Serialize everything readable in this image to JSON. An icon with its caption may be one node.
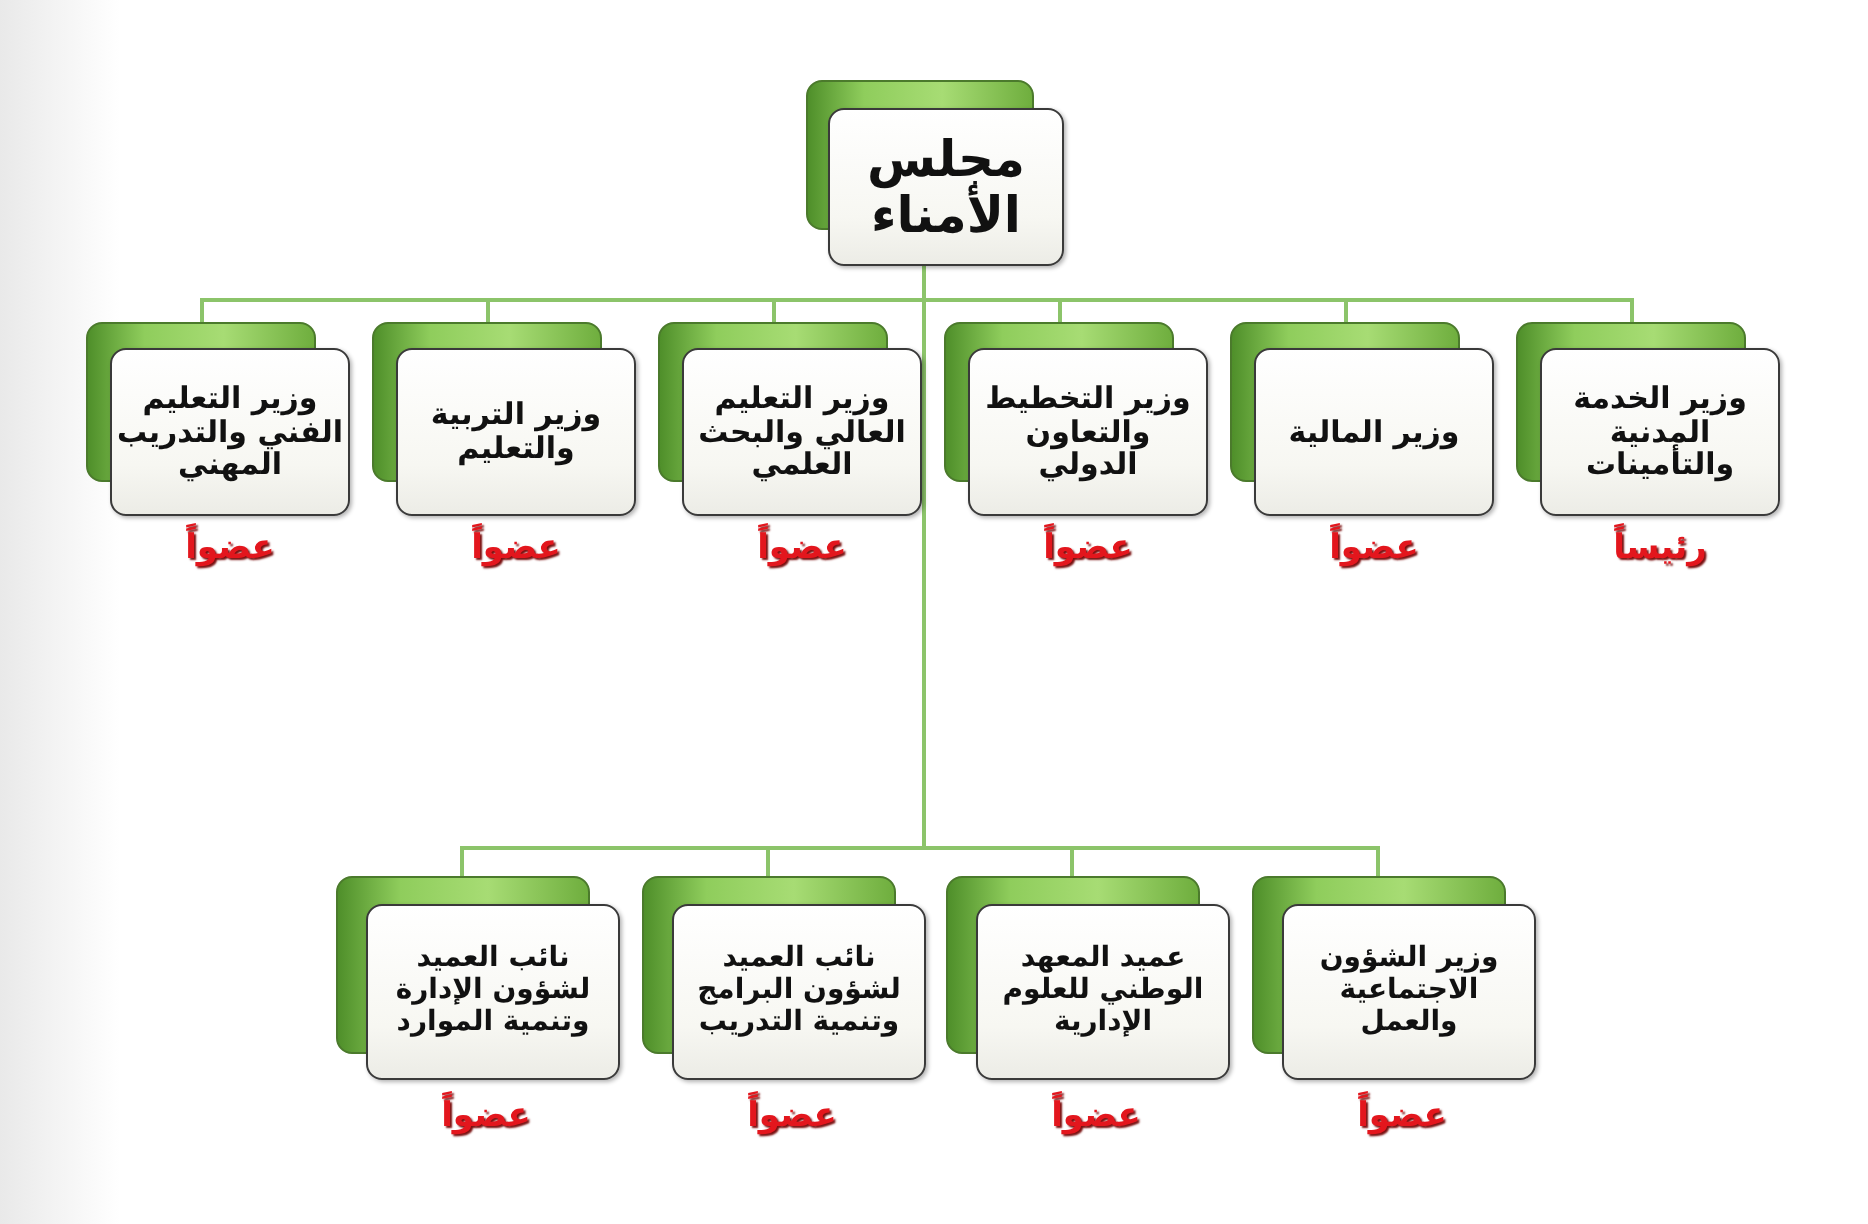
{
  "diagram": {
    "nodes": [
      {
        "text": [
          "مجلس الأمناء"
        ]
      },
      {
        "text": [
          "وزير الخدمة المدنية والتأمينات"
        ],
        "beside": [
          "رئيساً"
        ]
      },
      {
        "text": [
          "وزير المالية"
        ],
        "beside": [
          "عضواً"
        ]
      },
      {
        "text": [
          "وزير التخطيط والتعاون الدولي"
        ],
        "beside": [
          "عضواً"
        ]
      },
      {
        "text": [
          "وزير التعليم العالي والبحث العلمي"
        ],
        "beside": [
          "عضواً"
        ]
      },
      {
        "text": [
          "وزير التربية والتعليم"
        ],
        "beside": [
          "عضواً"
        ]
      },
      {
        "text": [
          "وزير التعليم الفني والتدريب المهني"
        ],
        "beside": [
          "عضواً"
        ]
      },
      {
        "text": [
          "وزير الشؤون الاجتماعية والعمل"
        ],
        "beside": [
          "عضواً"
        ]
      },
      {
        "text": [
          "عميد المعهد الوطني للعلوم الإدارية"
        ],
        "beside": [
          "عضواً"
        ]
      },
      {
        "text": [
          "نائب العميد لشؤون البرامج وتنمية التدريب"
        ],
        "beside": [
          "عضواً"
        ]
      },
      {
        "text": [
          "نائب العميد لشؤون الإدارة وتنمية الموارد"
        ],
        "beside": [
          "عضواً"
        ]
      }
    ],
    "edges": [
      {
        "from": 0,
        "to": 1,
        "arrow": "none"
      },
      {
        "from": 0,
        "to": 2,
        "arrow": "none"
      },
      {
        "from": 0,
        "to": 3,
        "arrow": "none"
      },
      {
        "from": 0,
        "to": 4,
        "arrow": "none"
      },
      {
        "from": 0,
        "to": 5,
        "arrow": "none"
      },
      {
        "from": 0,
        "to": 6,
        "arrow": "none"
      },
      {
        "from": 0,
        "to": 7,
        "arrow": "none"
      },
      {
        "from": 0,
        "to": 8,
        "arrow": "none"
      },
      {
        "from": 0,
        "to": 9,
        "arrow": "none"
      },
      {
        "from": 0,
        "to": 10,
        "arrow": "none"
      }
    ]
  }
}
